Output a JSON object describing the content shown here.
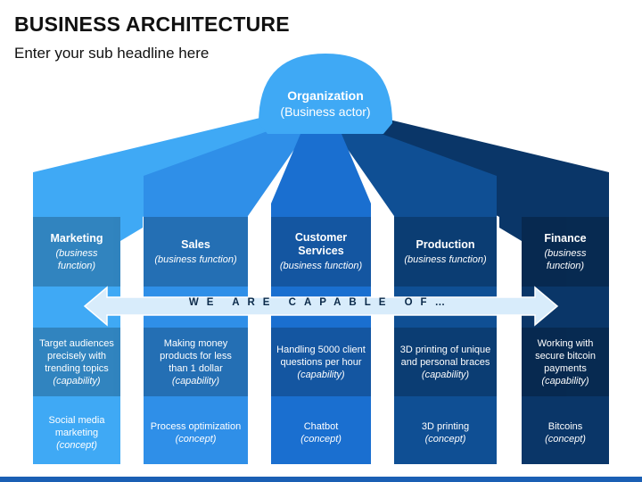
{
  "title": "BUSINESS ARCHITECTURE",
  "subtitle": "Enter your sub headline here",
  "organization": {
    "name": "Organization",
    "role": "(Business actor)"
  },
  "banner": "WE ARE CAPABLE OF…",
  "columns": [
    {
      "name": "Marketing",
      "type": "(business function)",
      "capability": "Target audiences precisely with trending topics",
      "capability_tag": "(capability)",
      "concept": "Social media marketing",
      "concept_tag": "(concept)"
    },
    {
      "name": "Sales",
      "type": "(business function)",
      "capability": "Making money products for less than 1 dollar",
      "capability_tag": "(capability)",
      "concept": "Process optimization",
      "concept_tag": "(concept)"
    },
    {
      "name": "Customer Services",
      "type": "(business function)",
      "capability": "Handling 5000 client questions per hour",
      "capability_tag": "(capability)",
      "concept": "Chatbot",
      "concept_tag": "(concept)"
    },
    {
      "name": "Production",
      "type": "(business function)",
      "capability": "3D printing of unique and personal braces",
      "capability_tag": "(capability)",
      "concept": "3D printing",
      "concept_tag": "(concept)"
    },
    {
      "name": "Finance",
      "type": "(business function)",
      "capability": "Working with secure bitcoin payments",
      "capability_tag": "(capability)",
      "concept": "Bitcoins",
      "concept_tag": "(concept)"
    }
  ],
  "colors": {
    "org": "#3fa9f5",
    "col_top": [
      "#3fa9f5",
      "#2f8fe8",
      "#1a6fd0",
      "#0f4f94",
      "#0a3668"
    ],
    "col_band": [
      "#2e8fdf",
      "#2a7fe0",
      "#1560b8",
      "#0b3f78",
      "#072a52"
    ],
    "arrow": "#d8ecfb"
  }
}
